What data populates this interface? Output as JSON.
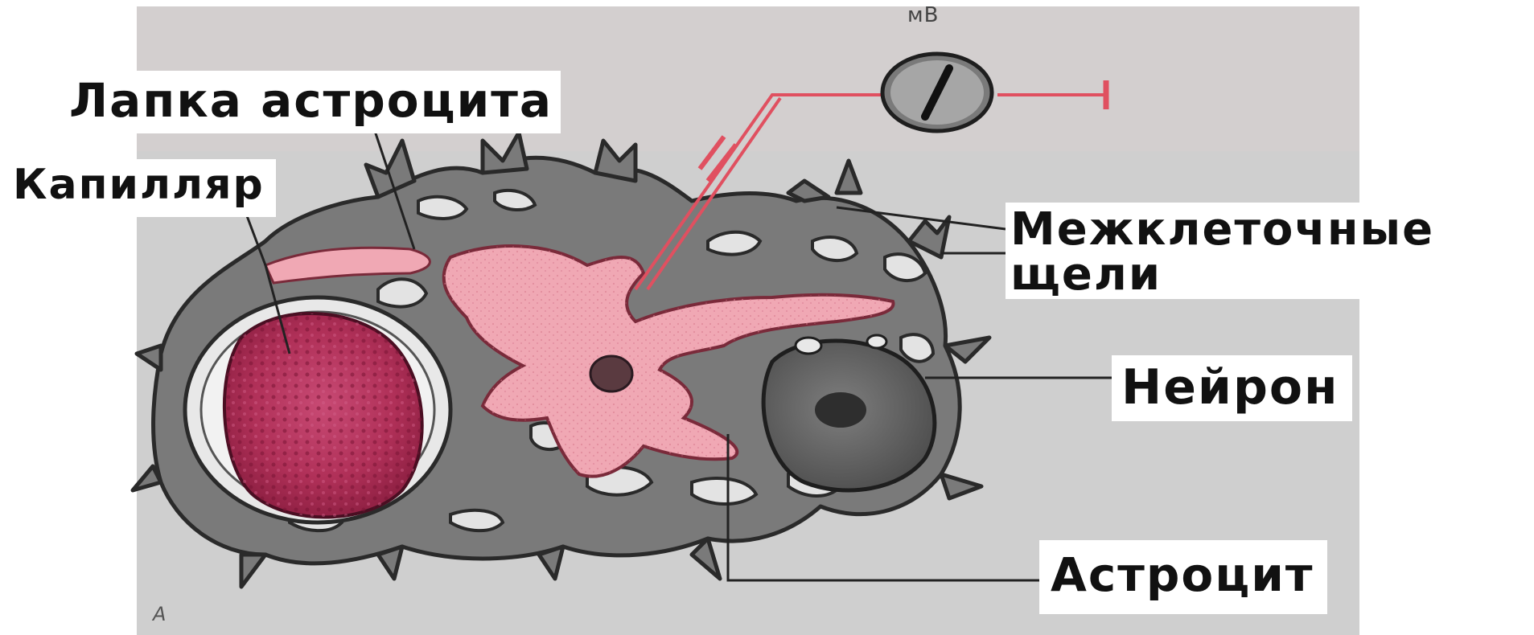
{
  "labels": {
    "astrocyte_foot": "Лапка астроцита",
    "capillary": "Капилляр",
    "intercellular_line1": "Межклеточные",
    "intercellular_line2": "щели",
    "neuron": "Нейрон",
    "astrocyte": "Астроцит",
    "millivolt": "мВ",
    "panel_letter": "А"
  },
  "colors": {
    "background_panel": "#cfcfcf",
    "glia_gray": "#7a7a7a",
    "outline_dark": "#2a2a2a",
    "astrocyte_pink": "#f0a8b4",
    "capillary_crimson": "#b03058",
    "electrode_red": "#e05060",
    "neuron_dark": "#6b6b6b"
  }
}
